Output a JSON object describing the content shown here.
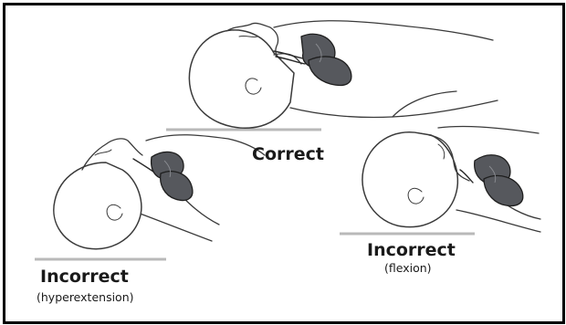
{
  "labels": {
    "correct": "Correct",
    "hyperextension_title": "Incorrect",
    "hyperextension_note": "(hyperextension)",
    "flexion_title": "Incorrect",
    "flexion_note": "(flexion)"
  },
  "colors": {
    "lung": "#56585d",
    "outline": "#3a3a3a",
    "surface": "#b9b9b9",
    "border": "#000000"
  }
}
